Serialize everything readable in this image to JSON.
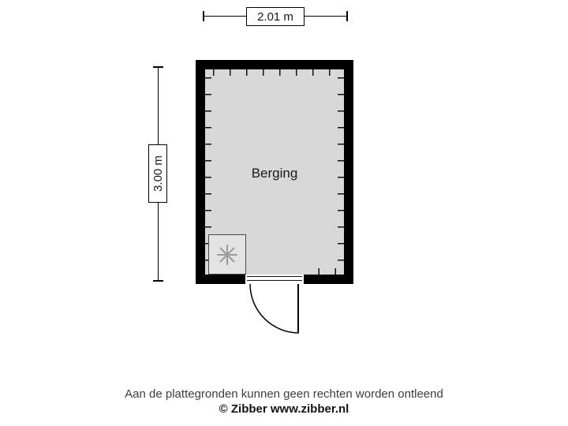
{
  "floorplan": {
    "room": {
      "label": "Berging"
    },
    "dimensions": {
      "width_label": "2.01 m",
      "height_label": "3.00 m"
    },
    "icons": {
      "fixture": "fan-asterisk-icon"
    },
    "colors": {
      "wall": "#000000",
      "floor": "#d8d8d8",
      "fixture_fill": "#e3e3e3",
      "fixture_icon": "#9b9b9b",
      "background": "#ffffff"
    }
  },
  "footer": {
    "disclaimer": "Aan de plattegronden kunnen geen rechten worden ontleend",
    "copyright": "© Zibber www.zibber.nl"
  }
}
